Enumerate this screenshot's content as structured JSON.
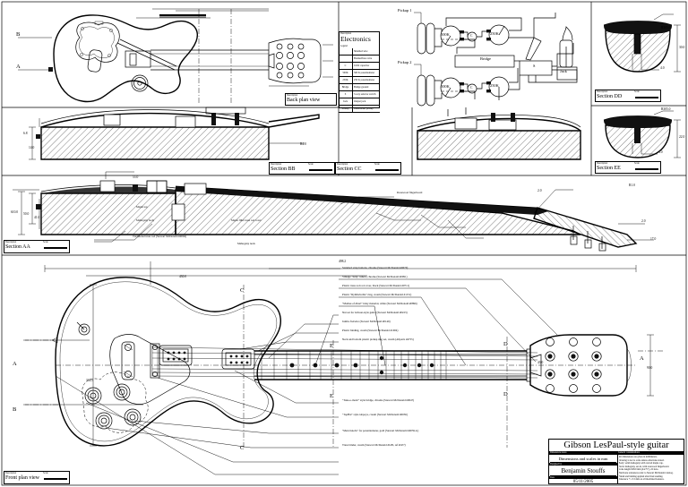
{
  "drawing": {
    "sheet_title": "Gibson LesPaul-style guitar",
    "titleblock": {
      "dimensions_caption": "Dimensions notes",
      "dimensions_value": "Dimensions and scales in mm",
      "designer_caption": "Designed by",
      "designer_value": "Benjamin Stouffs",
      "date_caption": "Date",
      "date_value": "05/11/2005",
      "notes_caption": "General considerations",
      "notes_lines": [
        "All dimensions are given in millimeters.",
        "Drawing is not to scale unless otherwise stated.",
        "Body: solid mahogany with carved maple cap.",
        "Neck: mahogany, set-in, with rosewood fingerboard.",
        "Scale length 628.0 mm (24.75\"), 22 frets.",
        "Hardware references refer to Stewart McDonald catalog.",
        "Finish and binding applied after final sanding.",
        "Tolerance +/- 0.5 mm on all machined features."
      ]
    }
  },
  "views": {
    "back_plan": {
      "label": "Back plan view",
      "scale_caption": "Scale",
      "desc_caption": "Description"
    },
    "front_plan": {
      "label": "Front plan view",
      "scale_caption": "Scale",
      "desc_caption": "Description"
    },
    "section_aa": {
      "label": "Section AA",
      "scale_caption": "Scale",
      "desc_caption": "Description"
    },
    "section_bb": {
      "label": "Section BB",
      "scale_caption": "Scale",
      "desc_caption": "Description"
    },
    "section_cc": {
      "label": "Section CC",
      "scale_caption": "Scale",
      "desc_caption": "Description"
    },
    "section_dd": {
      "label": "Section DD",
      "scale_caption": "Scale",
      "desc_caption": "Description"
    },
    "section_ee": {
      "label": "Section EE",
      "scale_caption": "Scale",
      "desc_caption": "Description"
    }
  },
  "electronics": {
    "panel_title": "Electronics",
    "desc_caption": "Description",
    "legend_caption": "Legend",
    "rows": [
      {
        "sym": "",
        "text": "Shielded wire"
      },
      {
        "sym": "",
        "text": "Braided/bare wire"
      },
      {
        "sym": "C",
        "text": "0.022 capacitor"
      },
      {
        "sym": "500K",
        "text": "500 K potentiometer"
      },
      {
        "sym": "250K",
        "text": "250 K potentiometer"
      },
      {
        "sym": "Bridge",
        "text": "Bridge ground"
      },
      {
        "sym": "S",
        "text": "3-way selector switch"
      },
      {
        "sym": "Jack",
        "text": "Output jack"
      },
      {
        "sym": "Pickup",
        "text": "Humbucker pickup"
      }
    ],
    "schematic": {
      "pickup1": "Pickup 1",
      "pickup2": "Pickup 2",
      "bridge": "Bridge",
      "jack": "Jack",
      "switch": "S",
      "cap": "C",
      "vol1": "500K",
      "vol2": "500K",
      "tone1": "250K",
      "tone2": "250K"
    }
  },
  "section_aa_callouts": [
    "Rosewood fingerboard",
    "Maple fillet truss rod cover",
    "Traditional truss rod (Stewart McDonald #0004)",
    "Mahogany neck",
    "Maple top",
    "Mahogany body"
  ],
  "front_callouts": [
    "Standard strap buttons, chrome (Stewart McDonald #0670)",
    "Vintage \"tulip\" tuners, chrome (Stewart McDonald #0091)",
    "Plastic truss rod rod cover, black (Stewart McDonald #0711)",
    "Plastic \"Rythm/treble\" ring, cream (Stewart McDonald #1151)",
    "\"Mother-of-Pearl\" inlay material, white (Stewart McDonald #0896)",
    "Nut set for Gibson-style guitar (Stewart McDonald #0223)",
    "Jumbo fretwire (Stewart McDonald #0149)",
    "Plastic binding, cream (Stewart McDonald #1004)",
    "Neck and bottom plastic pickup ring set, cream (Allparts #4755)",
    "\"Tune-o-matic\" style bridge, chrome (Stewart McDonald #0047)",
    "\"TopHat\" style tobpoys, cream (Stewart McDonald #0036)",
    "\"Metal knobs\" for potentiometer, gold (Stewart McDonald #0059-G)",
    "Truss binder, cream (Stewart McDonald #LP6, ref #LP7)"
  ],
  "dimensions": {
    "section_dd_radius": "R305.0",
    "section_dd_height": "30.0",
    "section_dd_slot": "4.0",
    "section_ee_radius": "R305.0",
    "section_ee_height": "22.0",
    "section_ee_slot": "4.0",
    "body_width": "336.5",
    "section_bb_r": "R4.0",
    "aa_d1": "610.0",
    "aa_d2": "50.0",
    "aa_d3": "41.0",
    "aa_d4": "55.0",
    "nut_w": "43.0",
    "head_w": "90.0",
    "top_w": "-5",
    "len_total": "498.2",
    "len_b": "430.0",
    "body_h": "17.0",
    "neck_ang": "2.0",
    "depth_a": "6.8",
    "depth_b": "14.0",
    "tail_r": "R1.0",
    "fb_r": "2.0"
  },
  "section_markers": {
    "a": "A",
    "a2": "A",
    "b": "B",
    "b2": "B",
    "c": "C",
    "c2": "C",
    "d": "D",
    "d2": "D",
    "e": "E",
    "e2": "E"
  }
}
